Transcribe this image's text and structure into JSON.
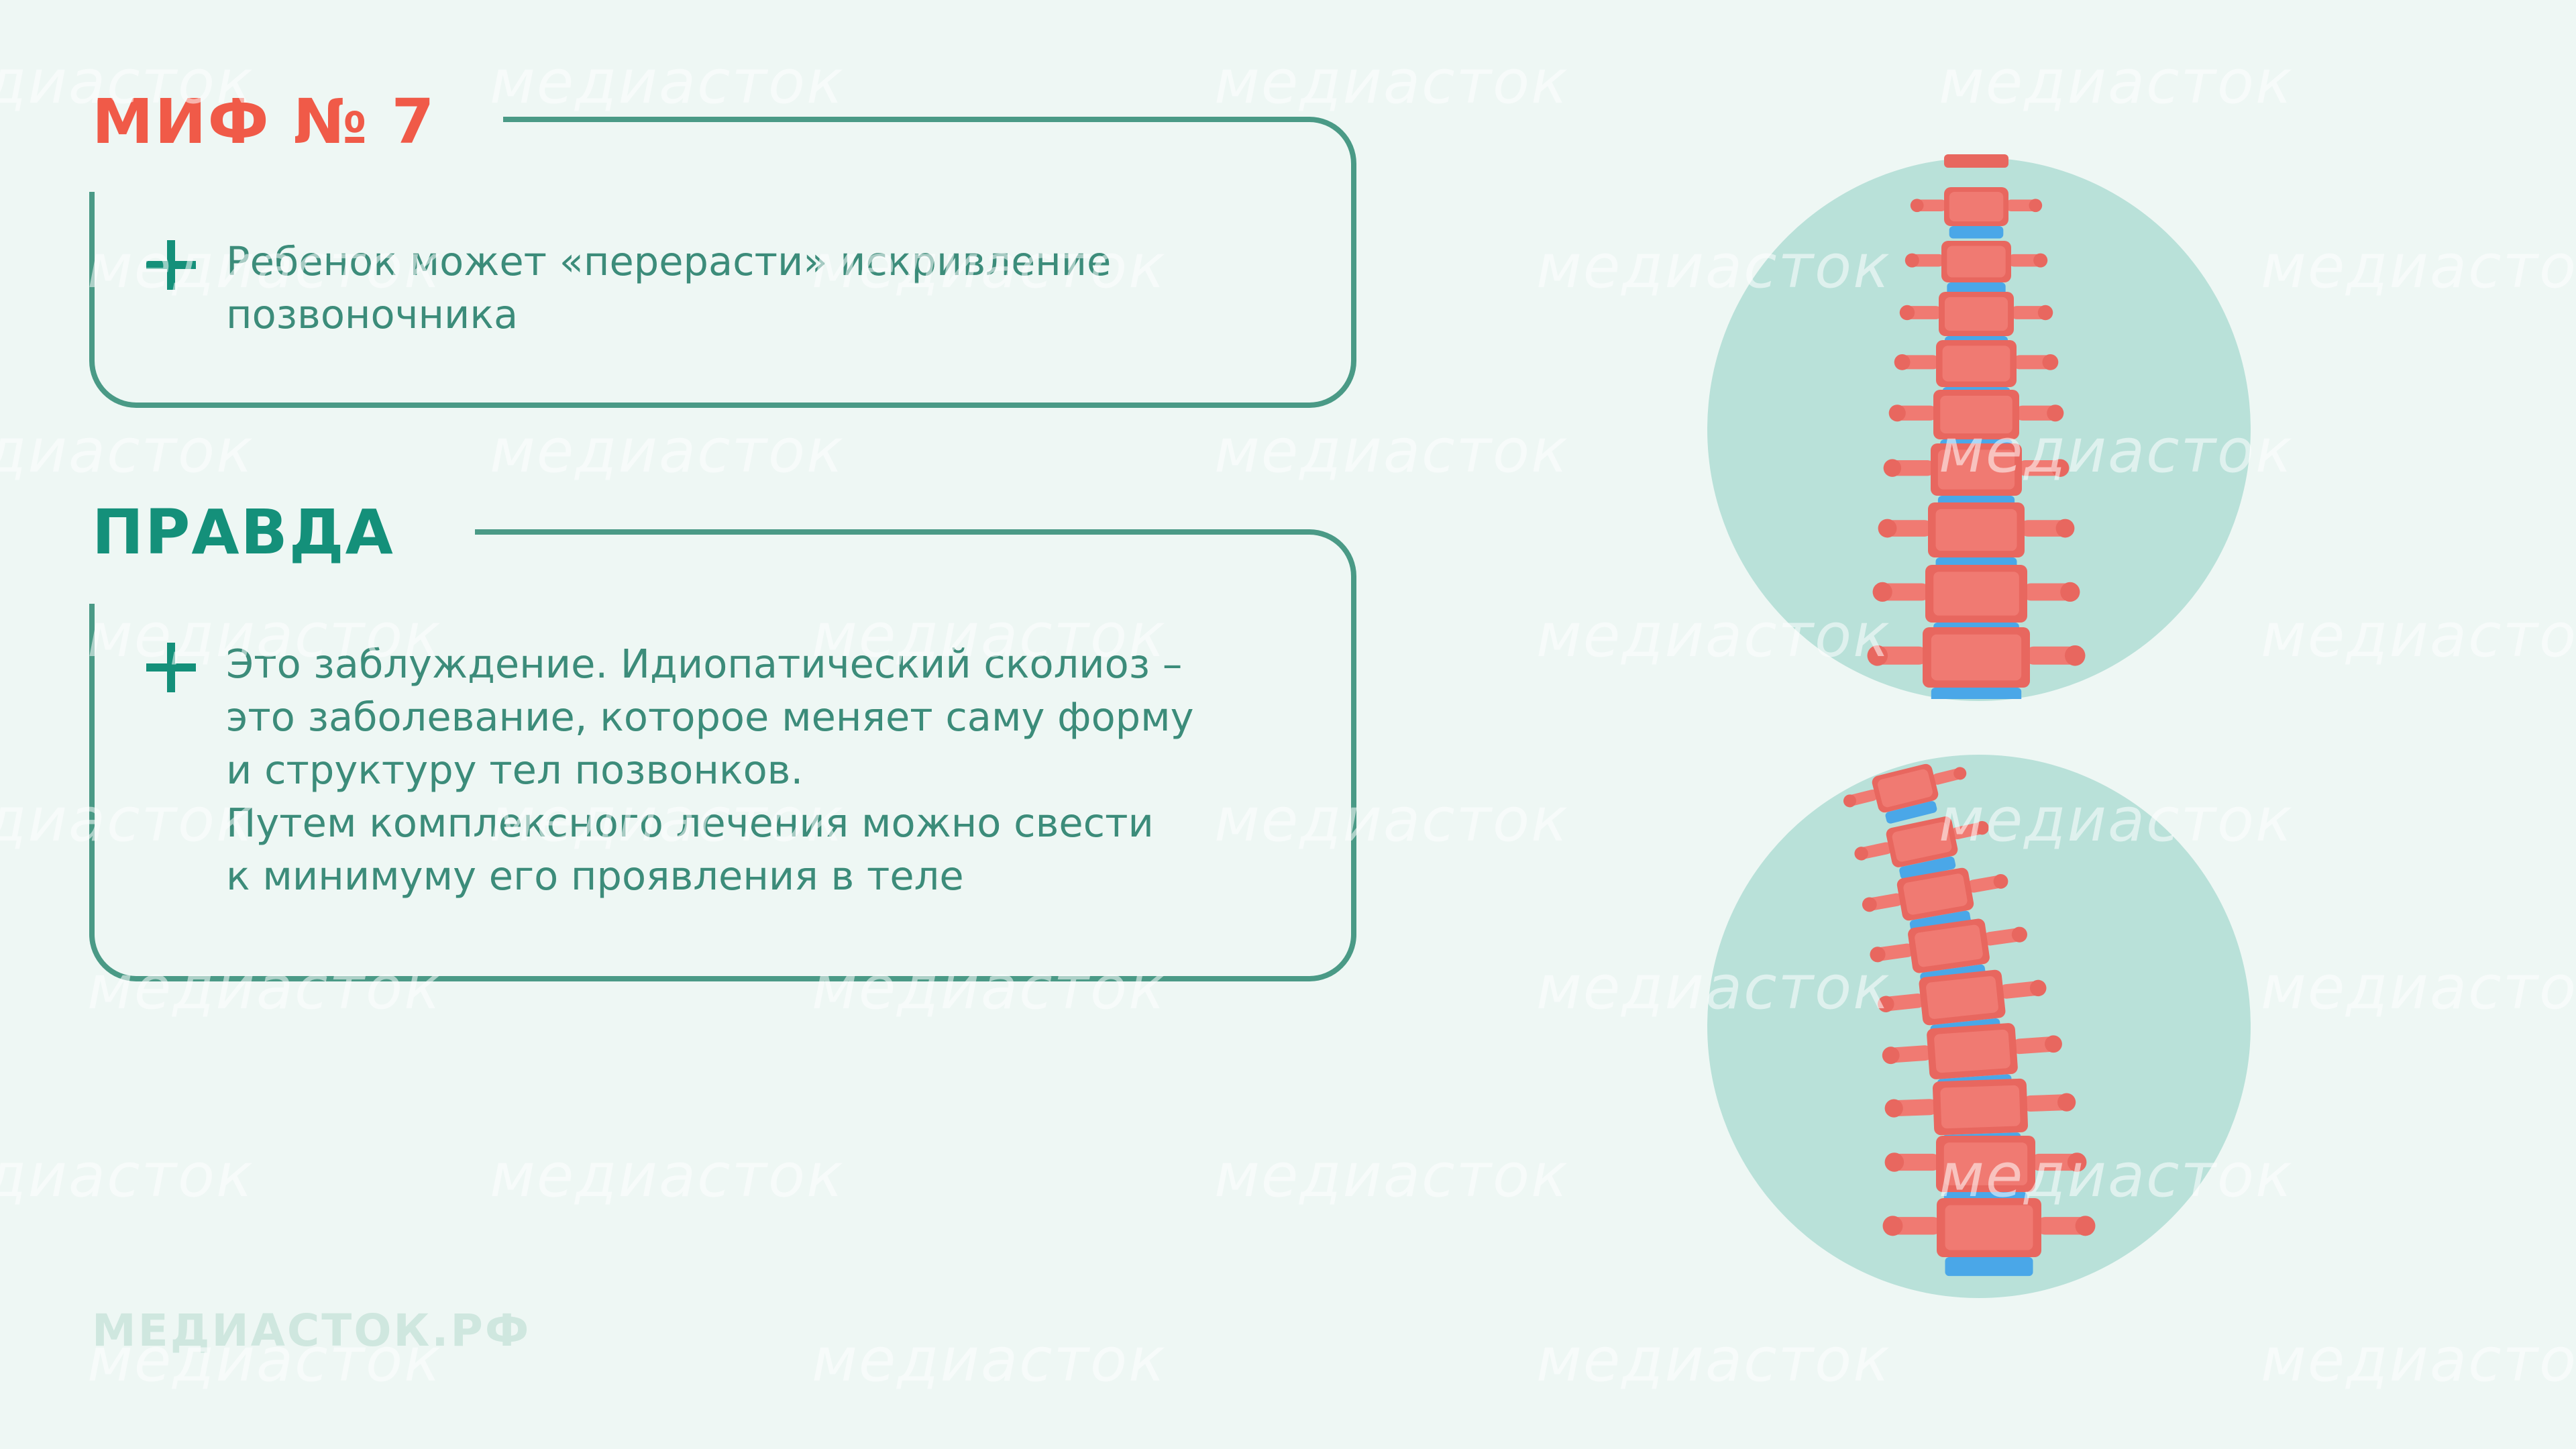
{
  "myth": {
    "heading": "МИФ № 7",
    "text": "Ребенок может «перерасти» искривление\nпозвоночника"
  },
  "truth": {
    "heading": "ПРАВДА",
    "text": "Это заблуждение. Идиопатический сколиоз –\nэто заболевание, которое меняет саму форму\nи структуру тел позвонков.\nПутем комплексного лечения можно свести\nк минимуму его проявления в теле"
  },
  "footer": {
    "brand": "МЕДИАСТОК.РФ"
  },
  "watermark": "медиасток",
  "illustrations": {
    "healthy_spine": "straight-spine-illustration",
    "curved_spine": "scoliosis-spine-illustration"
  },
  "colors": {
    "background": "#eef7f4",
    "myth_accent": "#f05a48",
    "truth_accent": "#14907a",
    "frame": "#4a9a86",
    "circle": "#b9e1d9",
    "vertebra": "#f07a72",
    "disc": "#4aa7e8"
  }
}
